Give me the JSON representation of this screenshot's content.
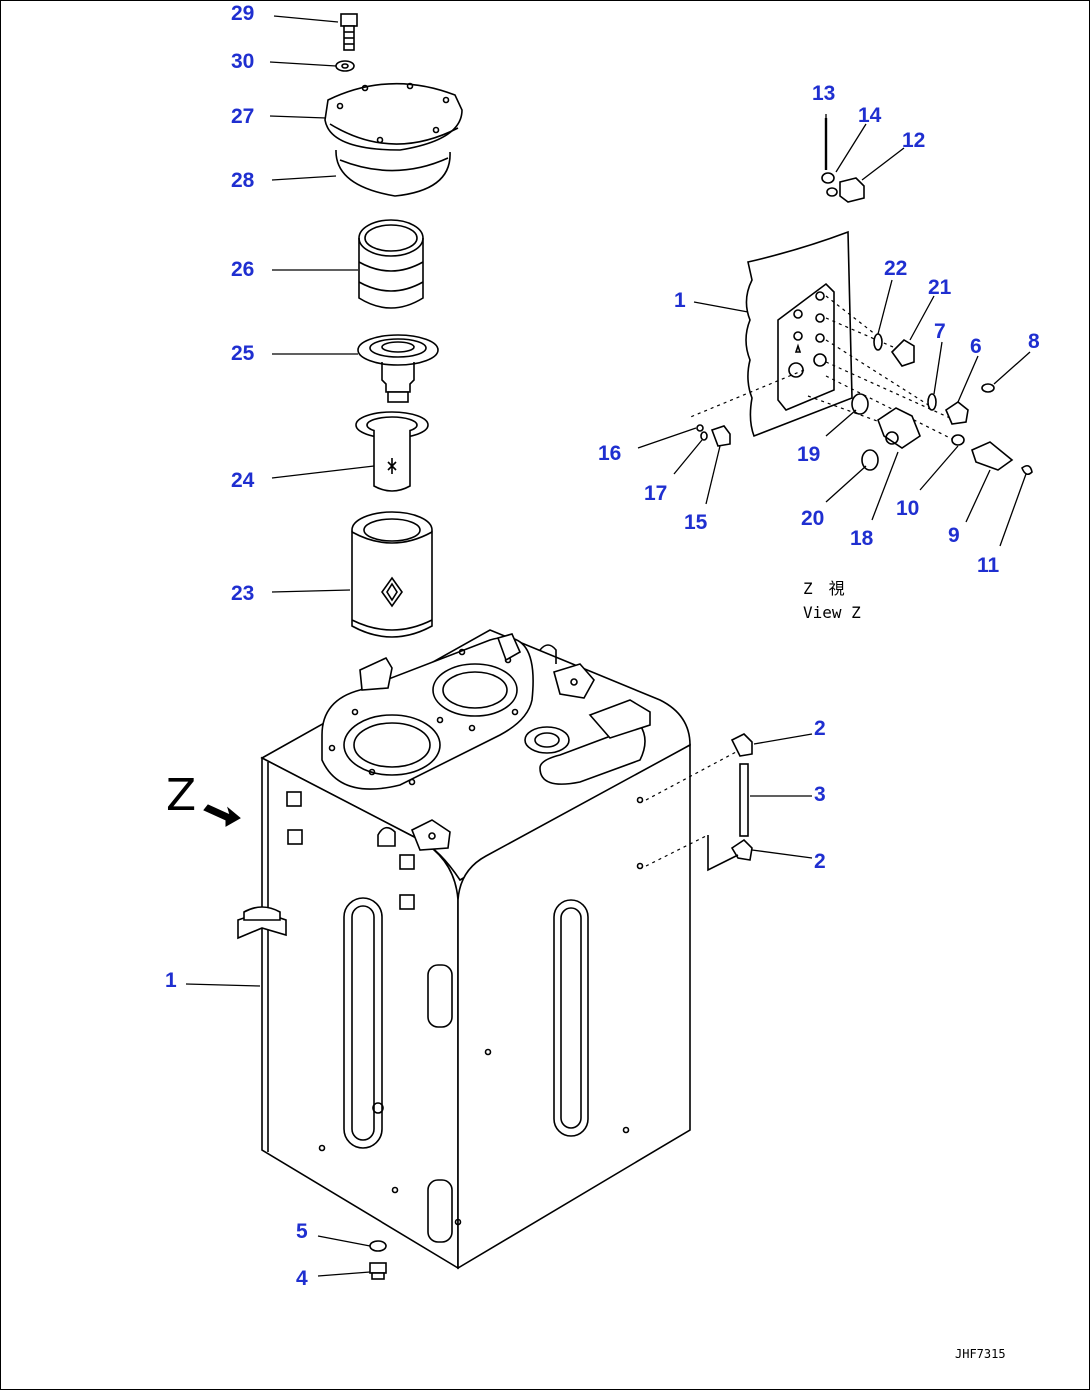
{
  "callouts": {
    "c29": "29",
    "c30": "30",
    "c27": "27",
    "c28": "28",
    "c26": "26",
    "c25": "25",
    "c24": "24",
    "c23": "23",
    "c1a": "1",
    "c1b": "1",
    "c13": "13",
    "c14": "14",
    "c12": "12",
    "c22": "22",
    "c21": "21",
    "c7": "7",
    "c6": "6",
    "c8": "8",
    "c16": "16",
    "c17": "17",
    "c15": "15",
    "c19": "19",
    "c20": "20",
    "c18": "18",
    "c10": "10",
    "c9": "9",
    "c11": "11",
    "c2a": "2",
    "c3": "3",
    "c2b": "2",
    "c5": "5",
    "c4": "4"
  },
  "view": {
    "z_kanji": "Z　視",
    "view_z": "View Z",
    "z_marker": "Z"
  },
  "drawing_code": "JHF7315"
}
